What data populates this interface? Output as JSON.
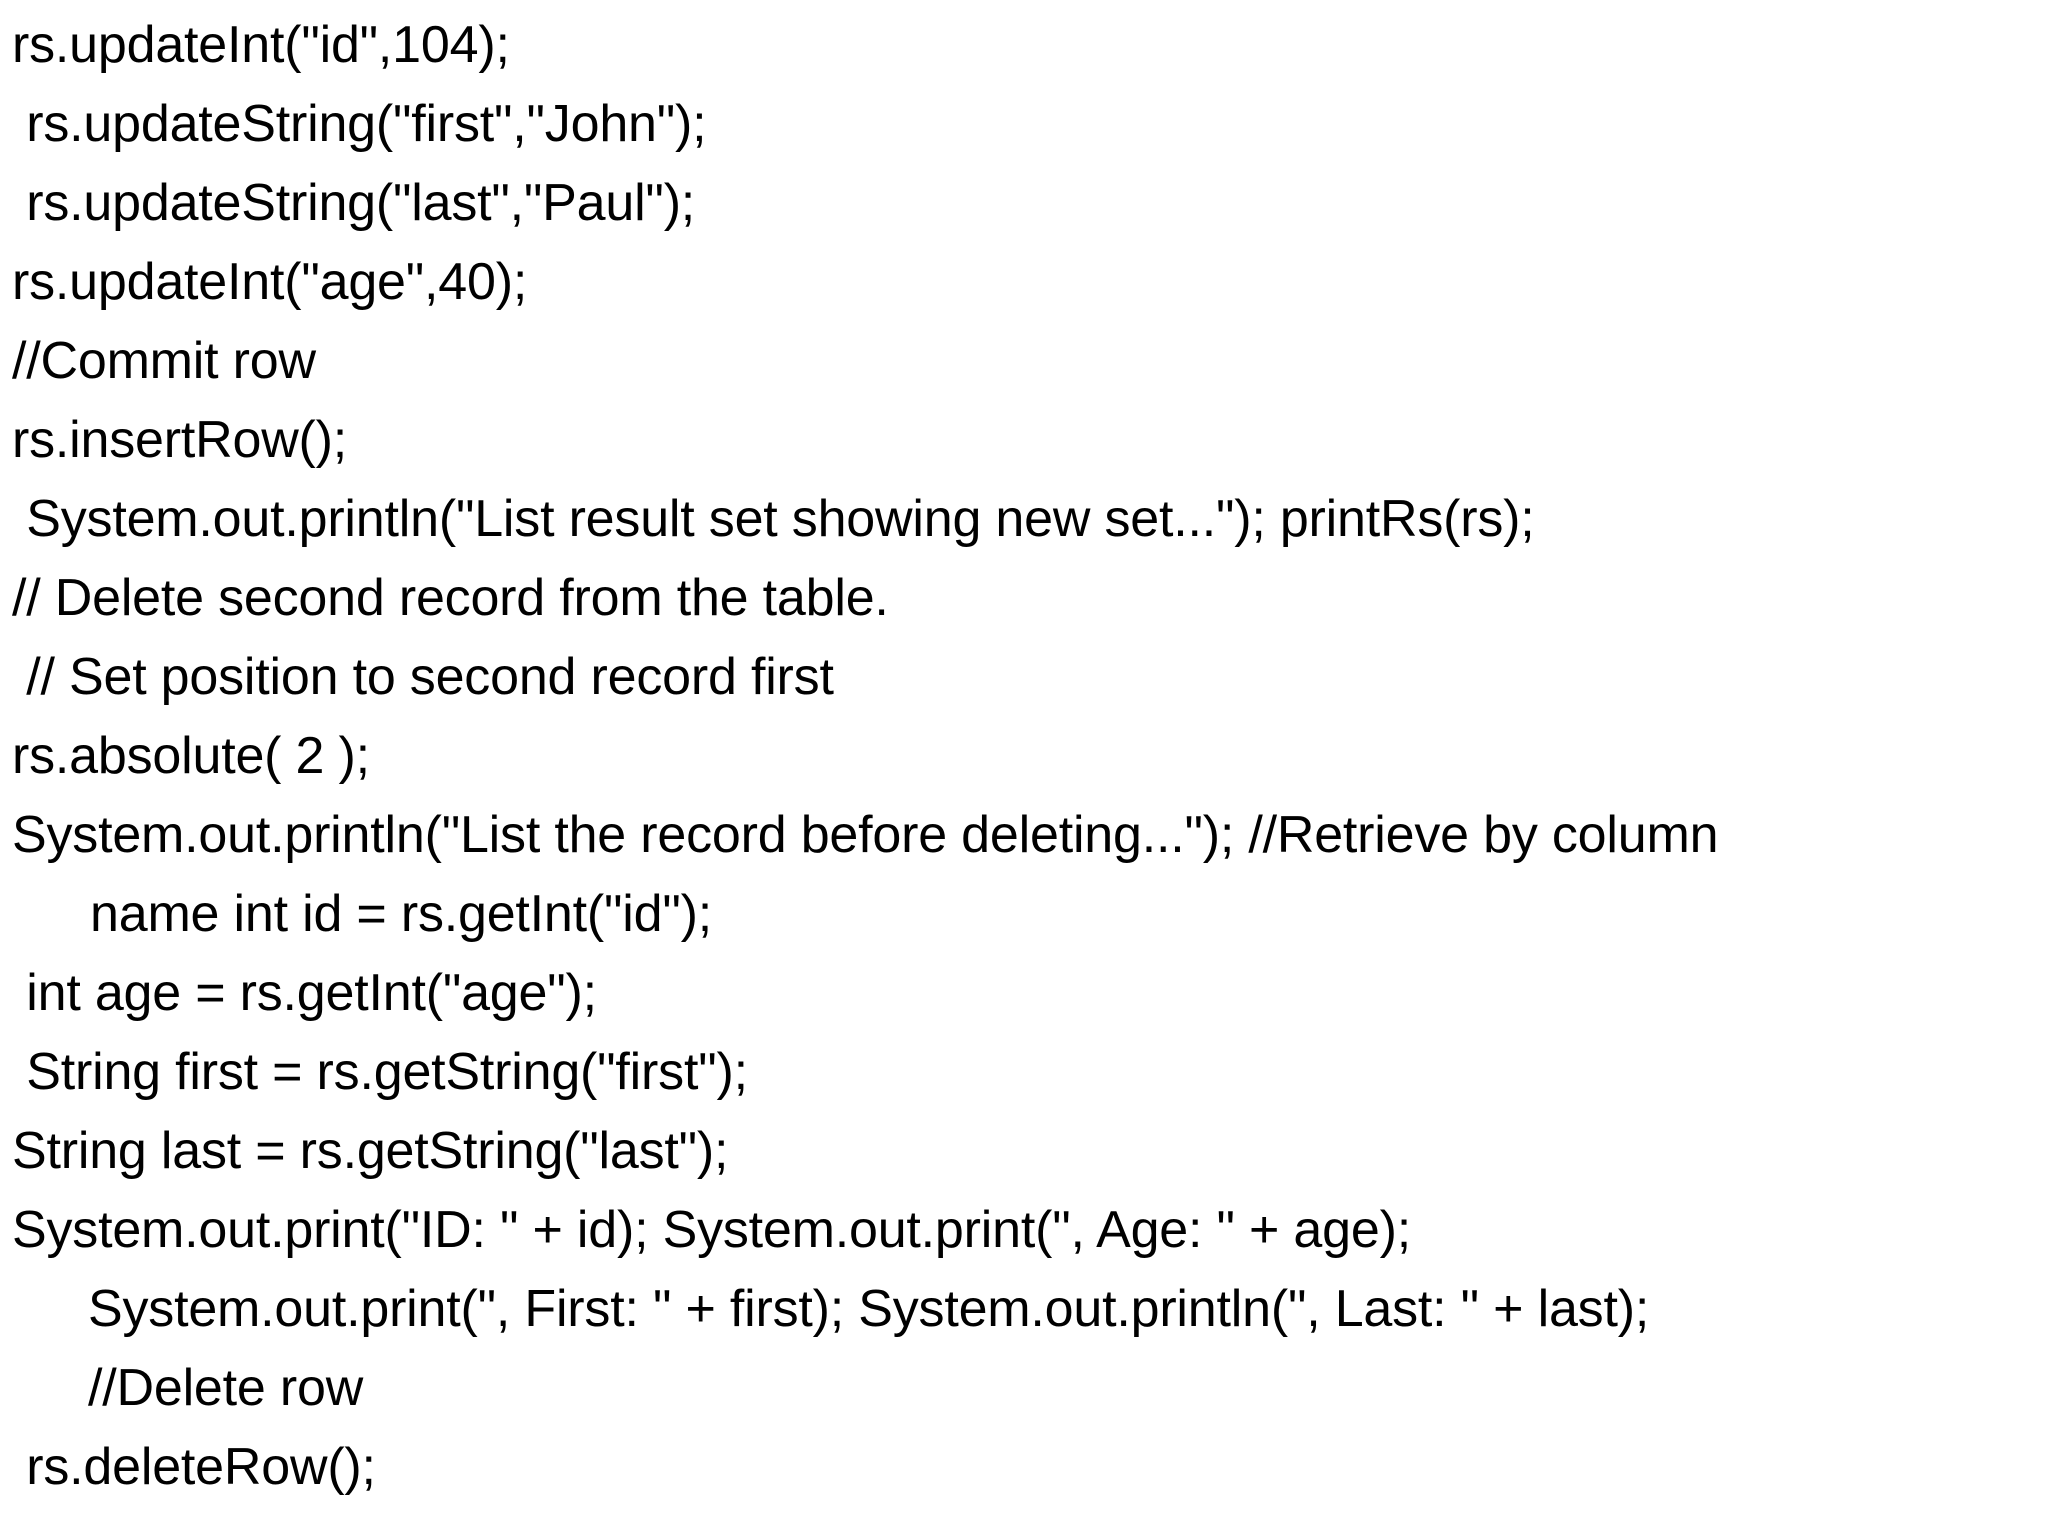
{
  "slide": {
    "kind": "code-slide",
    "language": "Java",
    "background_color": "#ffffff",
    "text_color": "#000000",
    "code_lines": [
      {
        "text": "rs.updateInt(\"id\",104);",
        "indent": "normal"
      },
      {
        "text": " rs.updateString(\"first\",\"John\");",
        "indent": "normal"
      },
      {
        "text": " rs.updateString(\"last\",\"Paul\");",
        "indent": "normal"
      },
      {
        "text": "rs.updateInt(\"age\",40);",
        "indent": "normal"
      },
      {
        "text": "//Commit row",
        "indent": "normal"
      },
      {
        "text": "rs.insertRow();",
        "indent": "normal"
      },
      {
        "text": " System.out.println(\"List result set showing new set...\"); printRs(rs);",
        "indent": "normal"
      },
      {
        "text": "// Delete second record from the table.",
        "indent": "normal"
      },
      {
        "text": " // Set position to second record first",
        "indent": "normal"
      },
      {
        "text": "rs.absolute( 2 );",
        "indent": "normal"
      },
      {
        "text": "System.out.println(\"List the record before deleting...\"); //Retrieve by column",
        "indent": "normal"
      },
      {
        "text": "name int id = rs.getInt(\"id\");",
        "indent": "cont"
      },
      {
        "text": " int age = rs.getInt(\"age\");",
        "indent": "normal"
      },
      {
        "text": " String first = rs.getString(\"first\");",
        "indent": "normal"
      },
      {
        "text": "String last = rs.getString(\"last\");",
        "indent": "normal"
      },
      {
        "text": "System.out.print(\"ID: \" + id); System.out.print(\", Age: \" + age);",
        "indent": "normal"
      },
      {
        "text": "System.out.print(\", First: \" + first); System.out.println(\", Last: \" + last);",
        "indent": "cont2"
      },
      {
        "text": "//Delete row",
        "indent": "cont2"
      },
      {
        "text": " rs.deleteRow();",
        "indent": "normal"
      }
    ]
  }
}
